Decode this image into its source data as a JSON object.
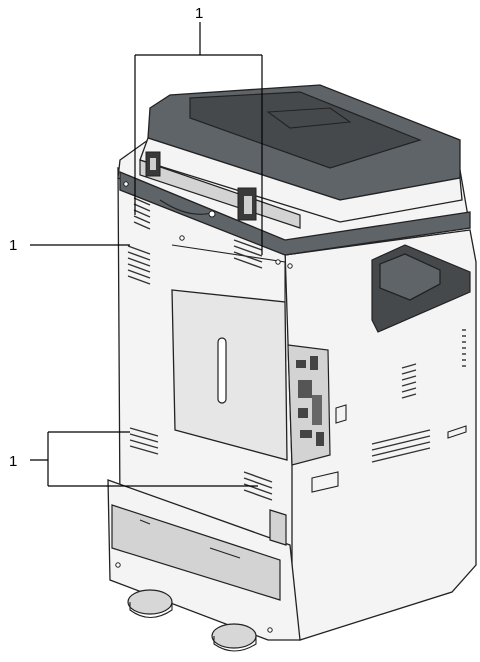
{
  "callouts": [
    {
      "id": "top",
      "label": "1"
    },
    {
      "id": "left",
      "label": "1"
    },
    {
      "id": "bottom",
      "label": "1"
    }
  ],
  "colors": {
    "outline": "#222222",
    "body": "#f4f4f4",
    "adf_cover": "#5f6468"
  },
  "icons": [
    "printer-rear-view",
    "ventilation-hole"
  ]
}
